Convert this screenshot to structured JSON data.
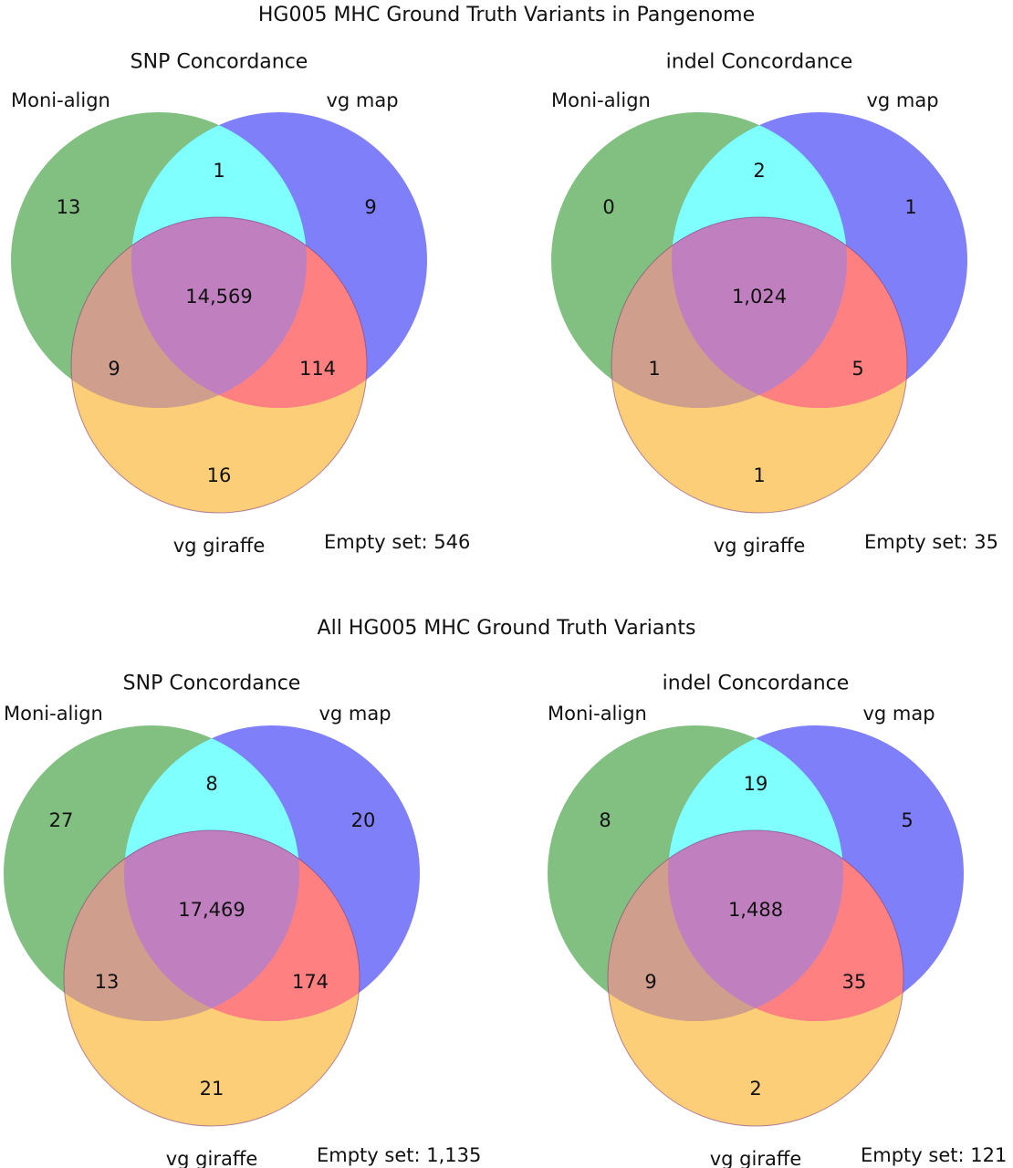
{
  "colors": {
    "set_a": "#3d9e3d",
    "set_b": "#0000f5",
    "set_c": "#fca50a",
    "ab": "#80ffff",
    "bc": "#ff8080",
    "ac": "#d09e8c",
    "abc": "#c080c0",
    "edge": "#7f3f7f"
  },
  "sections": [
    {
      "title": "HG005 MHC Ground Truth Variants in Pangenome",
      "panels": [
        {
          "title": "SNP Concordance",
          "labels": {
            "a": "Moni-align",
            "b": "vg map",
            "c": "vg giraffe"
          },
          "counts": {
            "a_only": "13",
            "b_only": "9",
            "c_only": "16",
            "ab": "1",
            "ac": "9",
            "bc": "114",
            "abc": "14,569"
          },
          "empty_set": "Empty set: 546"
        },
        {
          "title": "indel Concordance",
          "labels": {
            "a": "Moni-align",
            "b": "vg map",
            "c": "vg giraffe"
          },
          "counts": {
            "a_only": "0",
            "b_only": "1",
            "c_only": "1",
            "ab": "2",
            "ac": "1",
            "bc": "5",
            "abc": "1,024"
          },
          "empty_set": "Empty set: 35"
        }
      ]
    },
    {
      "title": "All HG005 MHC Ground Truth Variants",
      "panels": [
        {
          "title": "SNP Concordance",
          "labels": {
            "a": "Moni-align",
            "b": "vg map",
            "c": "vg giraffe"
          },
          "counts": {
            "a_only": "27",
            "b_only": "20",
            "c_only": "21",
            "ab": "8",
            "ac": "13",
            "bc": "174",
            "abc": "17,469"
          },
          "empty_set": "Empty set: 1,135"
        },
        {
          "title": "indel Concordance",
          "labels": {
            "a": "Moni-align",
            "b": "vg map",
            "c": "vg giraffe"
          },
          "counts": {
            "a_only": "8",
            "b_only": "5",
            "c_only": "2",
            "ab": "19",
            "ac": "9",
            "bc": "35",
            "abc": "1,488"
          },
          "empty_set": "Empty set: 121"
        }
      ]
    }
  ]
}
